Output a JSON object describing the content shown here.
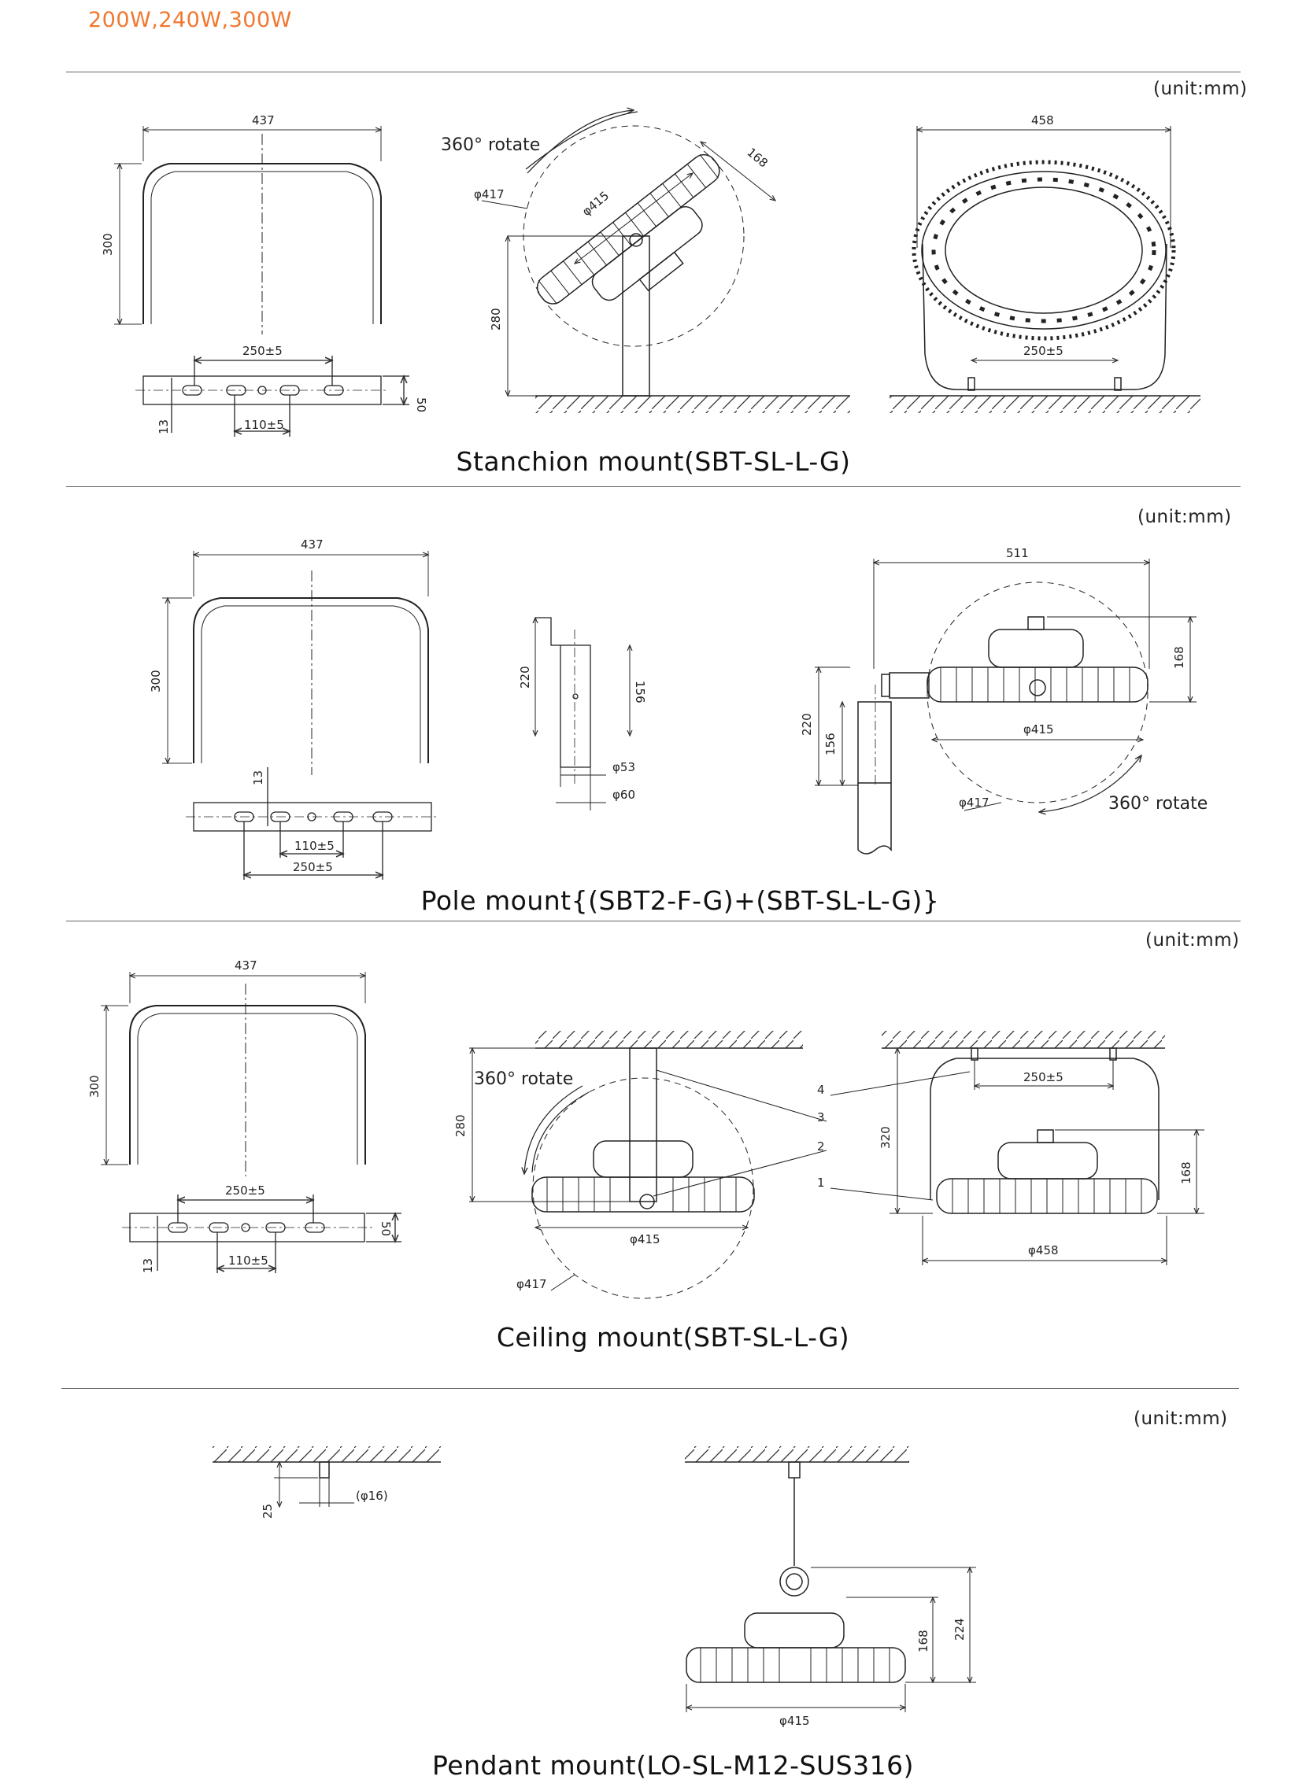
{
  "header": "200W,240W,300W",
  "unit_label": "(unit:mm)",
  "sections": [
    {
      "caption": "Stanchion mount(SBT-SL-L-G)",
      "rotate_label": "360°  rotate",
      "dims": {
        "width": "437",
        "height": "300",
        "slot": "250±5",
        "center": "110±5",
        "plate": "50",
        "hole": "13",
        "dia_outer": "φ417",
        "dia_inner": "φ415",
        "depth": "168",
        "mount_h": "280",
        "front_w": "458",
        "front_slot": "250±5"
      }
    },
    {
      "caption": "Pole mount{(SBT2-F-G)+(SBT-SL-L-G)}",
      "rotate_label": "360°  rotate",
      "dims": {
        "width": "437",
        "height": "300",
        "hole": "13",
        "center": "110±5",
        "slot": "250±5",
        "pole_h": "220",
        "pole_inner": "156",
        "pole_d1": "φ53",
        "pole_d2": "φ60",
        "total_w": "511",
        "depth": "168",
        "dia_inner": "φ415",
        "dia_outer": "φ417",
        "side_h": "220",
        "side_inner": "156"
      }
    },
    {
      "caption": "Ceiling mount(SBT-SL-L-G)",
      "rotate_label": "360°  rotate",
      "dims": {
        "width": "437",
        "height": "300",
        "slot": "250±5",
        "center": "110±5",
        "plate": "50",
        "hole": "13",
        "mount_h": "280",
        "dia_inner": "φ415",
        "dia_outer": "φ417",
        "n1": "1",
        "n2": "2",
        "n3": "3",
        "n4": "4",
        "front_slot": "250±5",
        "front_h": "320",
        "depth": "168",
        "front_w": "φ458"
      }
    },
    {
      "caption": "Pendant mount(LO-SL-M12-SUS316)",
      "dims": {
        "hook_h": "25",
        "rod_d": "(φ16)",
        "total_h": "224",
        "depth": "168",
        "dia": "φ415"
      }
    }
  ]
}
